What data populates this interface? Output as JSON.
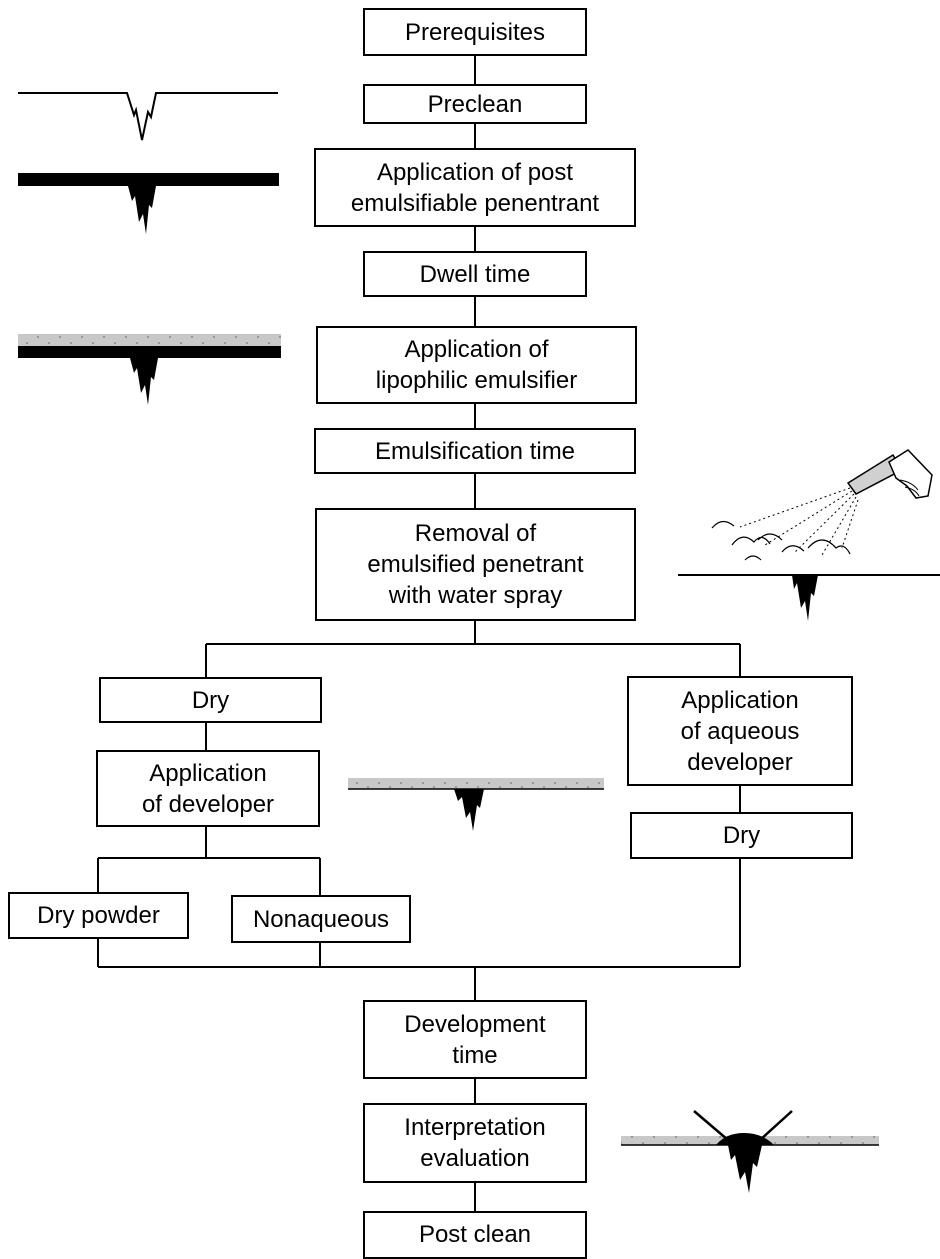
{
  "steps": {
    "prerequisites": "Prerequisites",
    "preclean": "Preclean",
    "apply_penetrant": "Application of post\nemulsifiable penentrant",
    "dwell_time": "Dwell time",
    "apply_emulsifier": "Application of\nlipophilic emulsifier",
    "emulsification_time": "Emulsification time",
    "removal": "Removal of\nemulsified penetrant\nwith water spray",
    "dry_left": "Dry",
    "apply_developer": "Application\nof  developer",
    "dry_powder": "Dry powder",
    "nonaqueous": "Nonaqueous",
    "apply_aqueous": "Application\nof aqueous\ndeveloper",
    "dry_right": "Dry",
    "development_time": "Development\ntime",
    "interpretation": "Interpretation\nevaluation",
    "post_clean": "Post clean"
  },
  "colors": {
    "line": "#000000",
    "coating": "#c8c8c8",
    "penetrant": "#000000"
  },
  "illustrations": [
    "clean-crack-icon",
    "penetrant-covered-surface-icon",
    "emulsifier-layer-icon",
    "water-spray-gun-icon",
    "developer-layer-icon",
    "bleed-out-indication-icon"
  ]
}
